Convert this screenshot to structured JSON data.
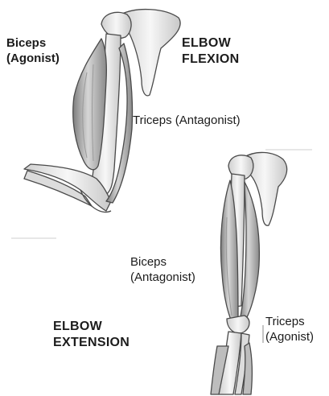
{
  "flexion": {
    "title_line1": "ELBOW",
    "title_line2": "FLEXION",
    "biceps_line1": "Biceps",
    "biceps_line2": "(Agonist)",
    "triceps": "Triceps (Antagonist)"
  },
  "extension": {
    "title_line1": "ELBOW",
    "title_line2": "EXTENSION",
    "biceps_line1": "Biceps",
    "biceps_line2": "(Antagonist)",
    "triceps_line1": "Triceps",
    "triceps_line2": "(Agonist)"
  },
  "colors": {
    "bone": "#efefef",
    "muscle": "#c4c4c4",
    "muscle_shade": "#8f8f8f",
    "outline": "#4a4a4a",
    "text": "#1c1c1c"
  }
}
